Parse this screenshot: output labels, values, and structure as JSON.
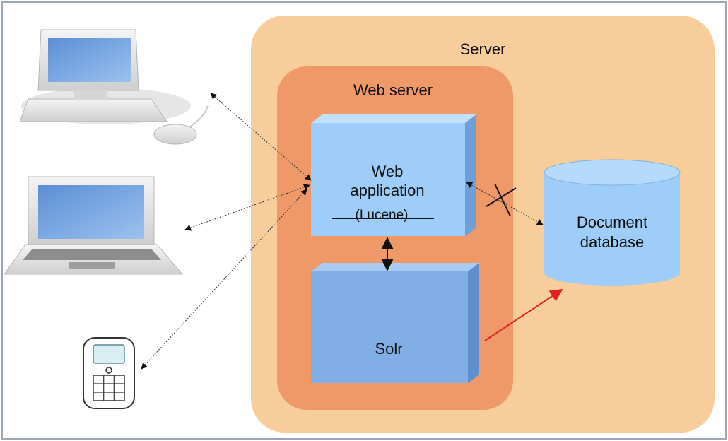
{
  "diagram": {
    "server": {
      "label": "Server"
    },
    "web_server": {
      "label": "Web server"
    },
    "web_application": {
      "line1": "Web",
      "line2": "application",
      "line3": "(Lucene)"
    },
    "solr": {
      "label": "Solr"
    },
    "document_database": {
      "line1": "Document",
      "line2": "database"
    }
  },
  "colors": {
    "server_fill": "#f7cd9b",
    "web_server_fill": "#ef9968",
    "web_app_front": "#9dcdf8",
    "solr_front": "#82aee6",
    "database_fill": "#9dcdf8",
    "disallowed_arrow": "#e02020",
    "arrow": "#111111"
  },
  "icons": [
    "desktop-computer-icon",
    "laptop-icon",
    "mobile-phone-icon"
  ]
}
